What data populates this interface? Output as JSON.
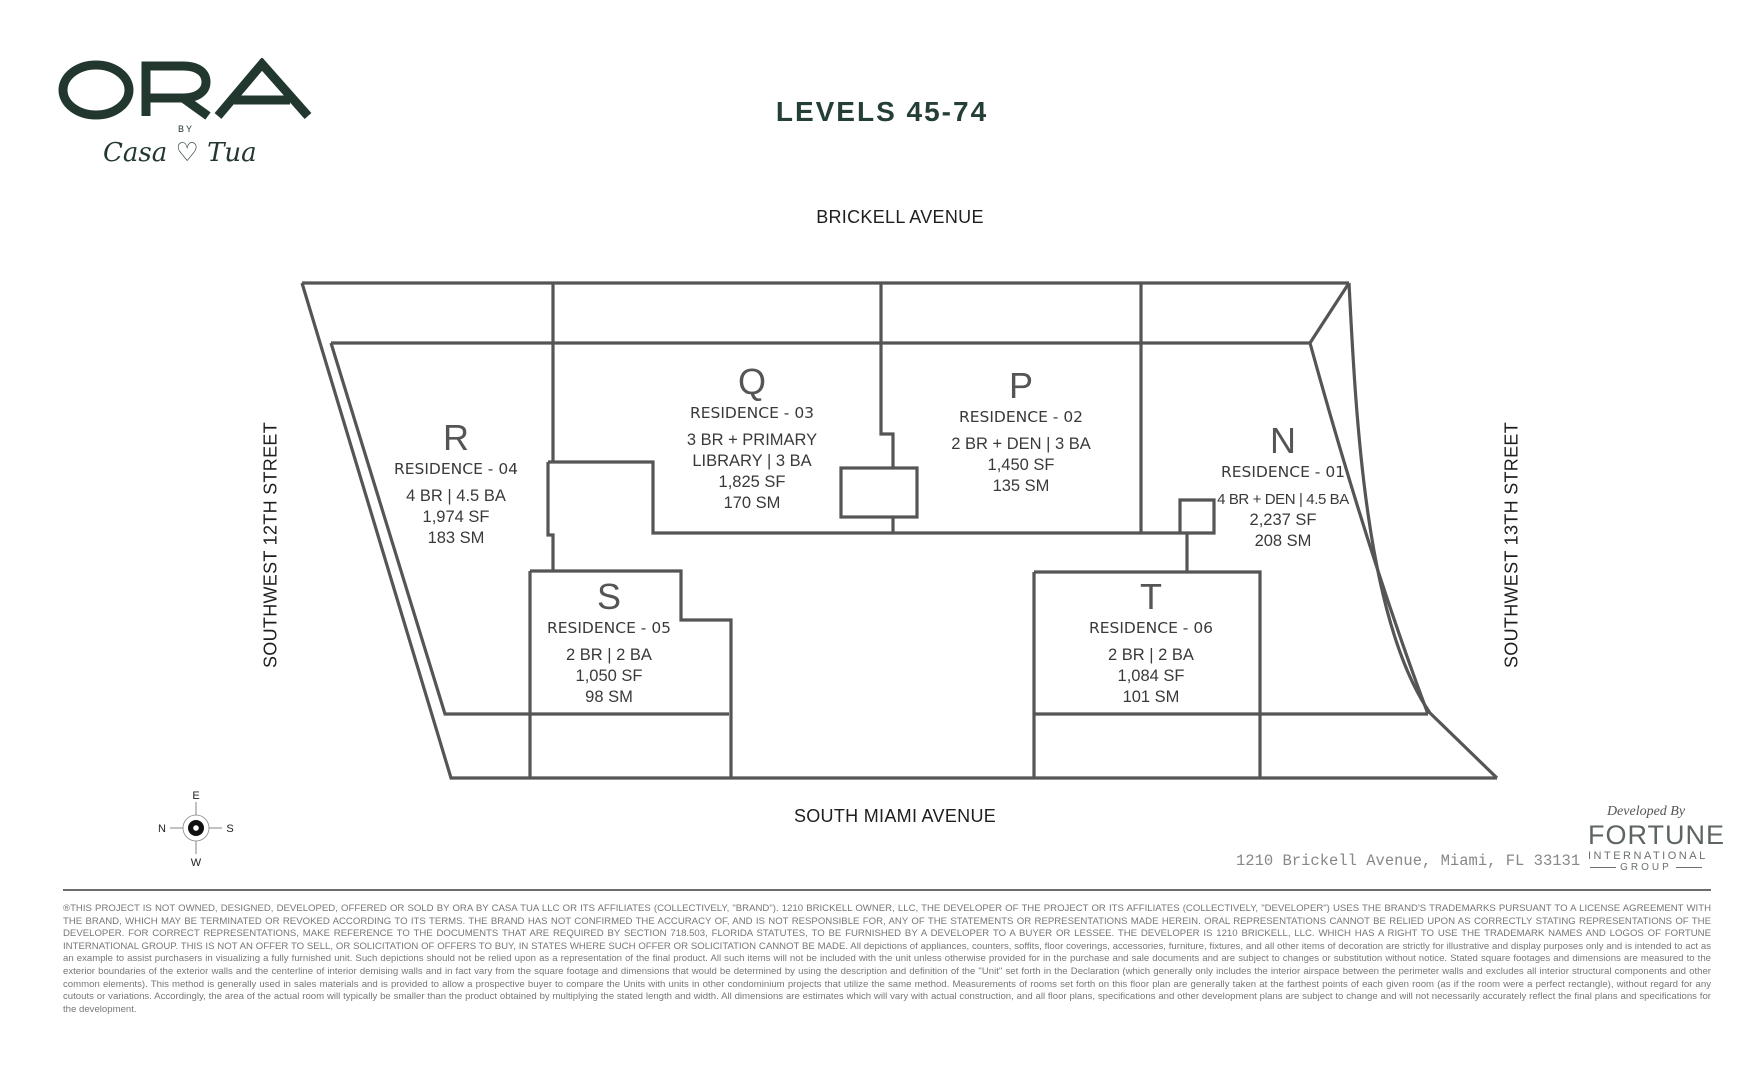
{
  "brand": {
    "name": "ORA",
    "by": "BY",
    "sub": "Casa ♡ Tua",
    "color": "#22382f"
  },
  "title": "LEVELS 45-74",
  "streets": {
    "top": "BRICKELL AVENUE",
    "bottom": "SOUTH MIAMI AVENUE",
    "left": "SOUTHWEST 12TH STREET",
    "right": "SOUTHWEST 13TH STREET"
  },
  "units": [
    {
      "letter": "R",
      "residence": "RESIDENCE - 04",
      "layout": "4 BR | 4.5 BA",
      "sf": "1,974 SF",
      "sm": "183 SM"
    },
    {
      "letter": "Q",
      "residence": "RESIDENCE - 03",
      "layout_line1": "3 BR + PRIMARY",
      "layout": "LIBRARY  | 3 BA",
      "sf": "1,825 SF",
      "sm": "170 SM"
    },
    {
      "letter": "P",
      "residence": "RESIDENCE - 02",
      "layout": "2 BR + DEN | 3 BA",
      "sf": "1,450 SF",
      "sm": "135 SM"
    },
    {
      "letter": "N",
      "residence": "RESIDENCE - 01",
      "layout": "4 BR + DEN | 4.5 BA",
      "sf": "2,237 SF",
      "sm": "208 SM"
    },
    {
      "letter": "S",
      "residence": "RESIDENCE - 05",
      "layout": "2 BR | 2 BA",
      "sf": "1,050 SF",
      "sm": "98 SM"
    },
    {
      "letter": "T",
      "residence": "RESIDENCE - 06",
      "layout": "2 BR | 2 BA",
      "sf": "1,084 SF",
      "sm": "101 SM"
    }
  ],
  "compass": {
    "top": "E",
    "left": "N",
    "right": "S",
    "bottom": "W"
  },
  "address": "1210 Brickell Avenue, Miami, FL 33131",
  "developer": {
    "developed_by": "Developed By",
    "name": "FORTUNE",
    "line2": "INTERNATIONAL",
    "line3": "GROUP"
  },
  "colors": {
    "line": "#555555",
    "title": "#243f35",
    "text": "#3a3a3a"
  },
  "disclaimer": "®THIS PROJECT IS NOT OWNED, DESIGNED, DEVELOPED, OFFERED OR SOLD BY ORA BY CASA TUA LLC OR ITS AFFILIATES (COLLECTIVELY, \"BRAND\"). 1210 BRICKELL OWNER, LLC, THE DEVELOPER OF THE PROJECT OR ITS AFFILIATES (COLLECTIVELY, \"DEVELOPER\") USES THE BRAND'S TRADEMARKS PURSUANT TO A LICENSE AGREEMENT WITH THE BRAND, WHICH MAY BE TERMINATED OR REVOKED ACCORDING TO ITS TERMS. THE BRAND HAS NOT CONFIRMED THE ACCURACY OF, AND IS NOT RESPONSIBLE FOR, ANY OF THE STATEMENTS OR REPRESENTATIONS MADE HEREIN. ORAL REPRESENTATIONS CANNOT BE RELIED UPON AS CORRECTLY STATING REPRESENTATIONS OF THE DEVELOPER. FOR CORRECT REPRESENTATIONS, MAKE REFERENCE TO THE DOCUMENTS THAT ARE REQUIRED BY SECTION 718.503, FLORIDA STATUTES, TO BE FURNISHED BY A DEVELOPER TO A BUYER OR LESSEE. THE DEVELOPER IS 1210 BRICKELL, LLC. WHICH HAS A RIGHT TO USE THE TRADEMARK NAMES AND LOGOS OF FORTUNE INTERNATIONAL GROUP. THIS IS NOT AN OFFER TO SELL, OR SOLICITATION OF OFFERS TO BUY, IN STATES WHERE SUCH OFFER OR SOLICITATION CANNOT BE MADE. All depictions of appliances, counters, soffits, floor coverings, accessories, furniture, fixtures, and all other items of decoration are strictly for illustrative and display purposes only and is intended to act as an example to assist purchasers in visualizing a fully furnished unit. Such depictions should not be relied upon as a representation of the final product. All such items will not be included with the unit unless otherwise provided for in the purchase and sale documents and are subject to changes or substitution without notice. Stated square footages and dimensions are measured to the exterior boundaries of the exterior walls and the centerline of interior demising walls and in fact vary from the square footage and dimensions that would be determined by using the description and definition of the \"Unit\" set forth in the Declaration (which generally only includes the interior airspace between the perimeter walls and excludes all interior structural components and other common elements). This method is generally used in sales materials and is provided to allow a prospective buyer to compare the Units with units in other condominium projects that utilize the same method. Measurements of rooms set forth on this floor plan are generally taken at the farthest points of each given room (as if the room were a perfect rectangle), without regard for any cutouts or variations. Accordingly, the area of the actual room will typically be smaller than the product obtained by multiplying the stated length and width. All dimensions are estimates which will vary with actual construction, and all floor plans, specifications and other development plans are subject to change and will not necessarily accurately reflect the final plans and specifications for the development."
}
